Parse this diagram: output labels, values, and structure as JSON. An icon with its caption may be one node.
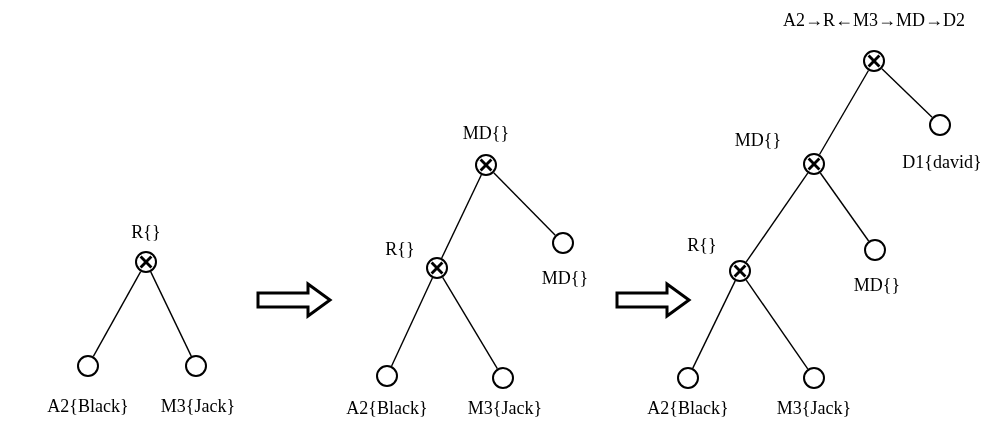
{
  "diagram": {
    "nodes": [
      {
        "text": [],
        "shape": "cross",
        "beside": [
          "R{}"
        ]
      },
      {
        "text": [],
        "shape": "circle",
        "beside": [
          "A2{Black}"
        ]
      },
      {
        "text": [],
        "shape": "circle",
        "beside": [
          "M3{Jack}"
        ]
      },
      {
        "text": [],
        "shape": "cross",
        "beside": [
          "MD{}"
        ]
      },
      {
        "text": [],
        "shape": "cross",
        "beside": [
          "R{}"
        ]
      },
      {
        "text": [],
        "shape": "circle",
        "beside": [
          "MD{}"
        ]
      },
      {
        "text": [],
        "shape": "circle",
        "beside": [
          "A2{Black}"
        ]
      },
      {
        "text": [],
        "shape": "circle",
        "beside": [
          "M3{Jack}"
        ]
      },
      {
        "text": [],
        "shape": "cross"
      },
      {
        "text": [],
        "shape": "cross",
        "beside": [
          "MD{}"
        ]
      },
      {
        "text": [],
        "shape": "circle",
        "beside": [
          "D1{david}"
        ]
      },
      {
        "text": [],
        "shape": "cross",
        "beside": [
          "R{}"
        ]
      },
      {
        "text": [],
        "shape": "circle",
        "beside": [
          "MD{}"
        ]
      },
      {
        "text": [],
        "shape": "circle",
        "beside": [
          "A2{Black}"
        ]
      },
      {
        "text": [],
        "shape": "circle",
        "beside": [
          "M3{Jack}"
        ]
      }
    ],
    "edges": [
      {
        "from": 0,
        "to": 1,
        "arrow": "none"
      },
      {
        "from": 0,
        "to": 2,
        "arrow": "none"
      },
      {
        "from": 3,
        "to": 4,
        "arrow": "none"
      },
      {
        "from": 3,
        "to": 5,
        "arrow": "none"
      },
      {
        "from": 4,
        "to": 6,
        "arrow": "none"
      },
      {
        "from": 4,
        "to": 7,
        "arrow": "none"
      },
      {
        "from": 8,
        "to": 9,
        "arrow": "none"
      },
      {
        "from": 8,
        "to": 10,
        "arrow": "none"
      },
      {
        "from": 9,
        "to": 11,
        "arrow": "none"
      },
      {
        "from": 9,
        "to": 12,
        "arrow": "none"
      },
      {
        "from": 11,
        "to": 13,
        "arrow": "none"
      },
      {
        "from": 11,
        "to": 14,
        "arrow": "none"
      }
    ],
    "labels": [
      "A2→R←M3→MD→D2"
    ]
  }
}
